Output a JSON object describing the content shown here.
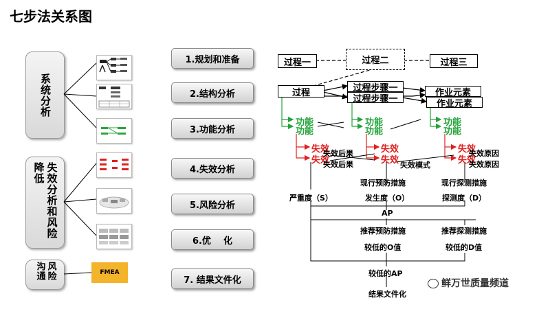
{
  "title": "七步法关系图",
  "groups": [
    {
      "label": "系统分析"
    },
    {
      "label": "失效分析和风险降低"
    },
    {
      "label": "风险沟通"
    }
  ],
  "steps": [
    {
      "label": "1.规划和准备"
    },
    {
      "label": "2.结构分析"
    },
    {
      "label": "3.功能分析"
    },
    {
      "label": "4.失效分析"
    },
    {
      "label": "5.风险分析"
    },
    {
      "label": "6.优    化"
    },
    {
      "label": "7. 结果文件化"
    }
  ],
  "thumbnails": [
    {
      "icon": "tree-diagram-icon"
    },
    {
      "icon": "structure-table-icon"
    },
    {
      "icon": "green-function-net-icon"
    },
    {
      "icon": "red-failure-net-icon"
    },
    {
      "icon": "risk-form-icon"
    },
    {
      "icon": "optimization-form-icon"
    },
    {
      "icon": "fmea-report-icon",
      "text": "FMEA"
    }
  ],
  "flow": {
    "process1": "过程一",
    "process2": "过程二",
    "process3": "过程三",
    "process": "过程",
    "step1": "过程步骤一",
    "step2": "过程步骤一",
    "work1": "作业元素",
    "work2": "作业元素",
    "function": "功能",
    "failure": "失效",
    "failure_effect": "失效后果",
    "failure_mode": "失效模式",
    "failure_cause": "失效原因",
    "current_prevention": "现行预防措施",
    "current_detection": "现行探测措施",
    "severity": "严重度（S）",
    "occurrence": "发生度（O）",
    "detection": "探测度（D）",
    "ap": "AP",
    "rec_prevention": "推荐预防措施",
    "rec_detection": "推荐探测措施",
    "lower_o": "较低的O值",
    "lower_d": "较低的D值",
    "lower_ap": "较低的AP",
    "doc": "结果文件化"
  },
  "watermark": "鲜万世质量频道",
  "colors": {
    "function": "#22a33a",
    "failure": "#e02020"
  }
}
